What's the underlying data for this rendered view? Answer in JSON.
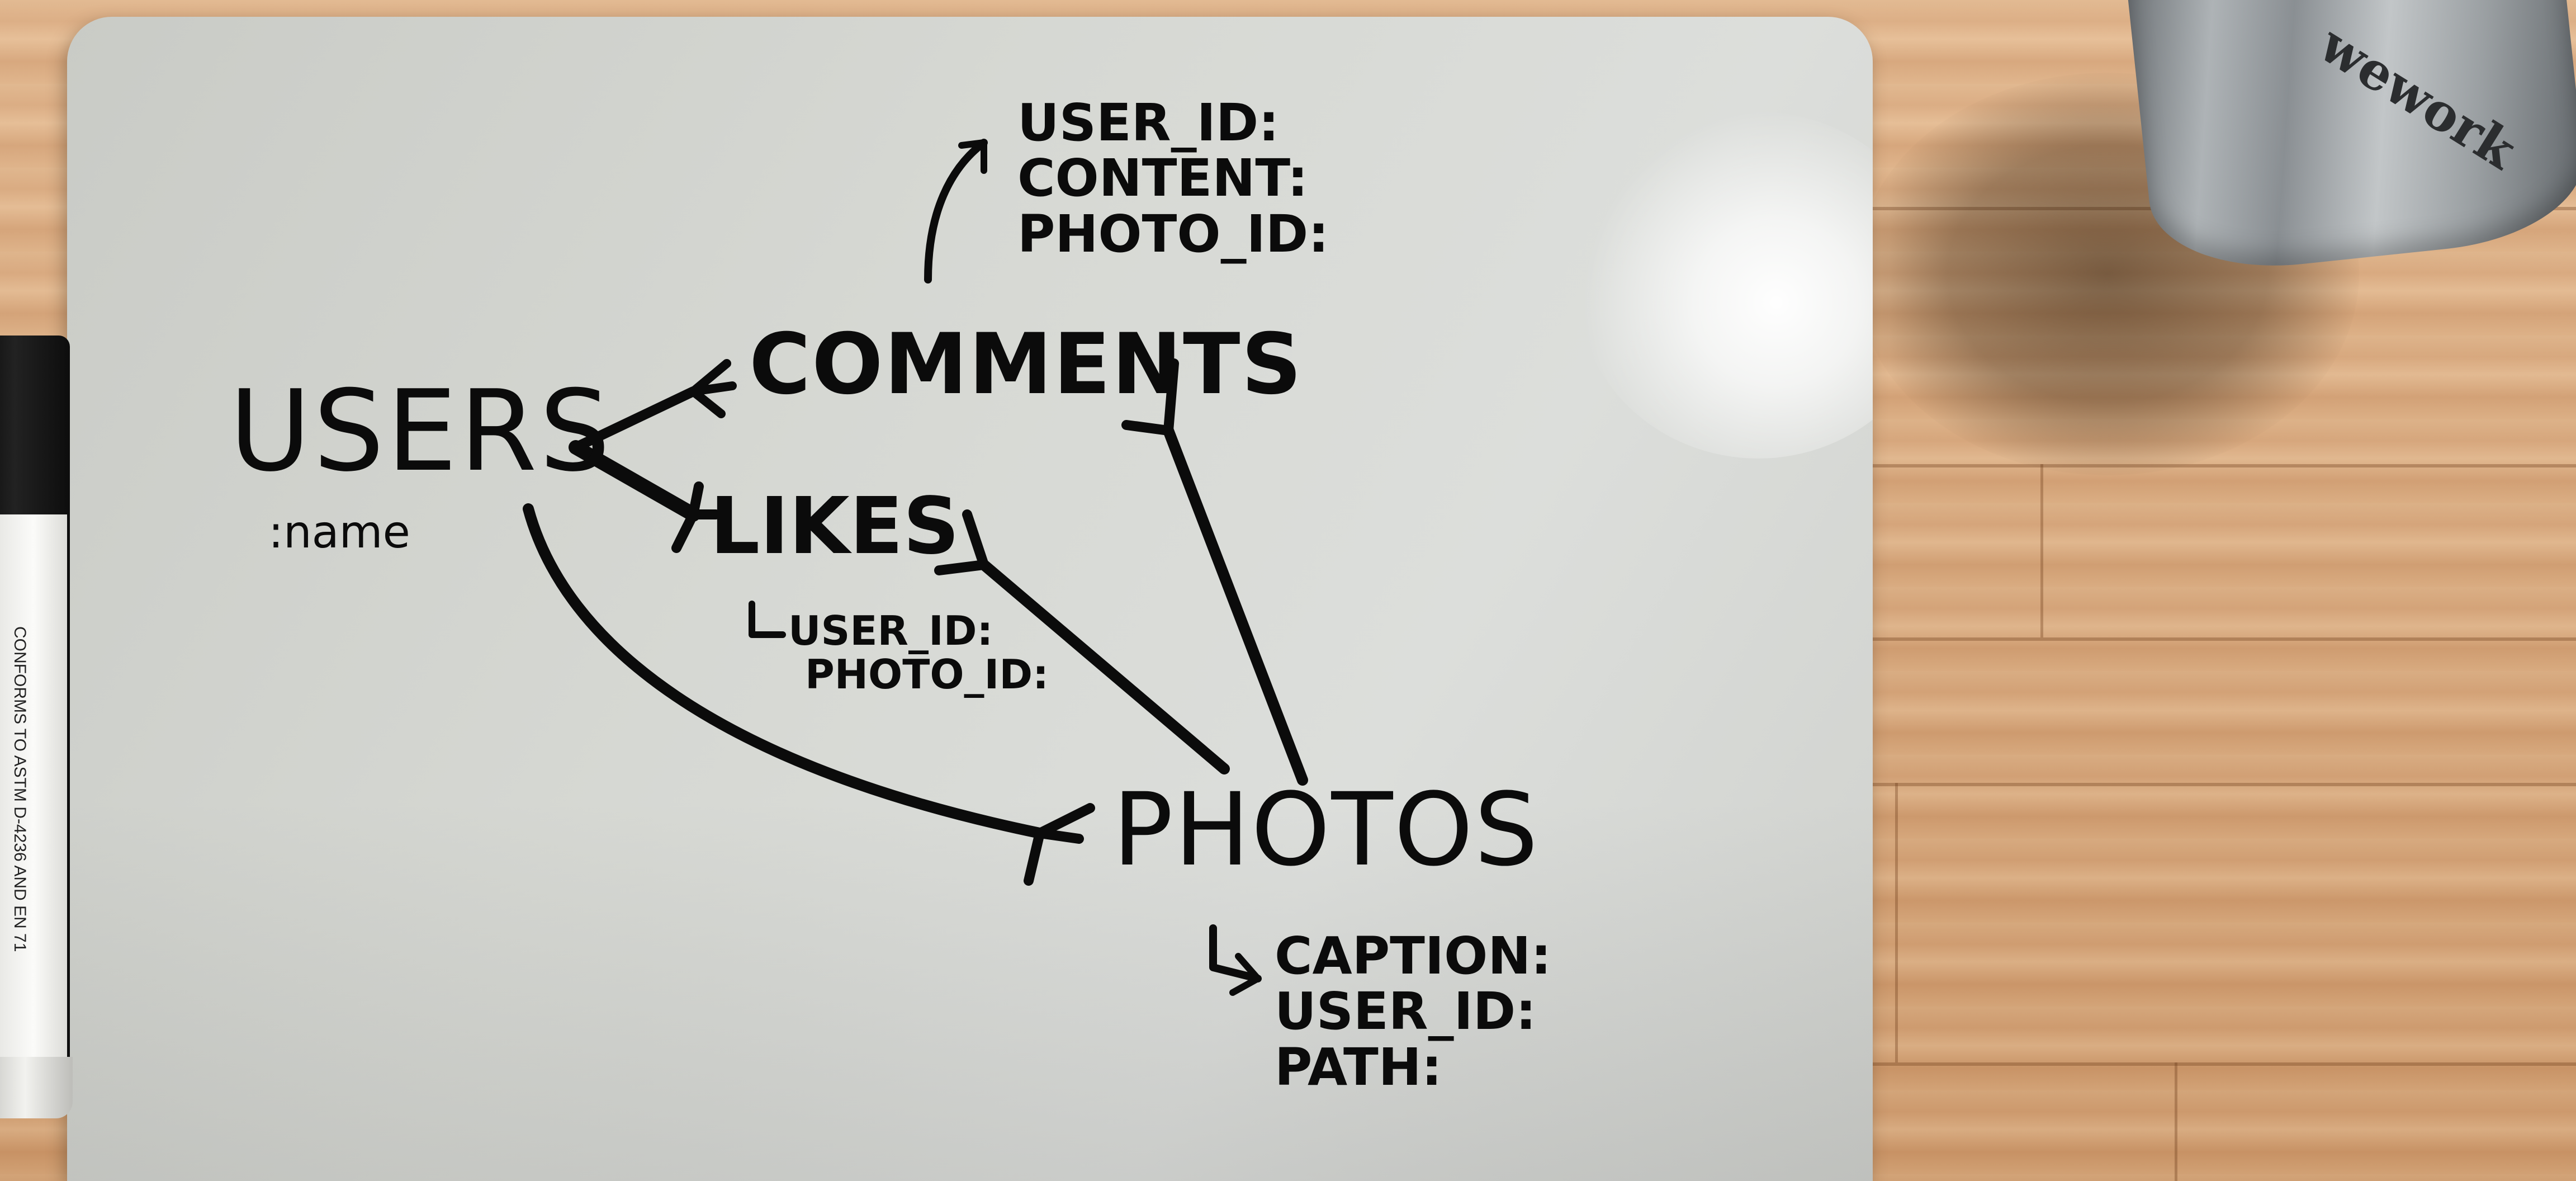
{
  "scene": {
    "surface": "wooden desk",
    "object": "whiteboard",
    "ink_color": "#0b0b0b",
    "board_color": "#d6d8d3"
  },
  "whiteboard": {
    "users": {
      "label": "USERS",
      "field": ":name"
    },
    "comments": {
      "label": "COMMENTS",
      "fields": [
        "USER_ID:",
        "CONTENT:",
        "PHOTO_ID:"
      ]
    },
    "likes": {
      "label": "LIKES",
      "fields": [
        "USER_ID:",
        "PHOTO_ID:"
      ]
    },
    "photos": {
      "label": "PHOTOS",
      "fields": [
        "CAPTION:",
        "USER_ID:",
        "PATH:"
      ]
    }
  },
  "cup": {
    "text": "wework"
  },
  "marker": {
    "text": "CONFORMS TO ASTM D-4236 AND EN 71"
  }
}
